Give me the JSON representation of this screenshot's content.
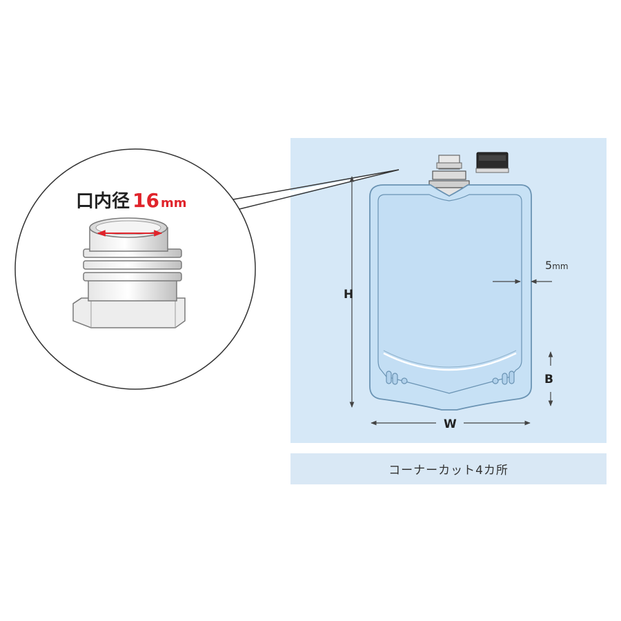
{
  "callout": {
    "label": "口内径",
    "value": "16",
    "unit": "mm"
  },
  "dimensions": {
    "height_label": "H",
    "width_label": "W",
    "bottom_label": "B",
    "seal_width_value": "5",
    "seal_width_unit": "mm"
  },
  "caption": "コーナーカット4カ所",
  "colors": {
    "panel_bg": "#d6e8f7",
    "pouch_fill": "#c7e1f5",
    "pouch_stroke": "#6a93b3",
    "accent_red": "#e0242b",
    "caption_bg": "#d9e8f5"
  }
}
